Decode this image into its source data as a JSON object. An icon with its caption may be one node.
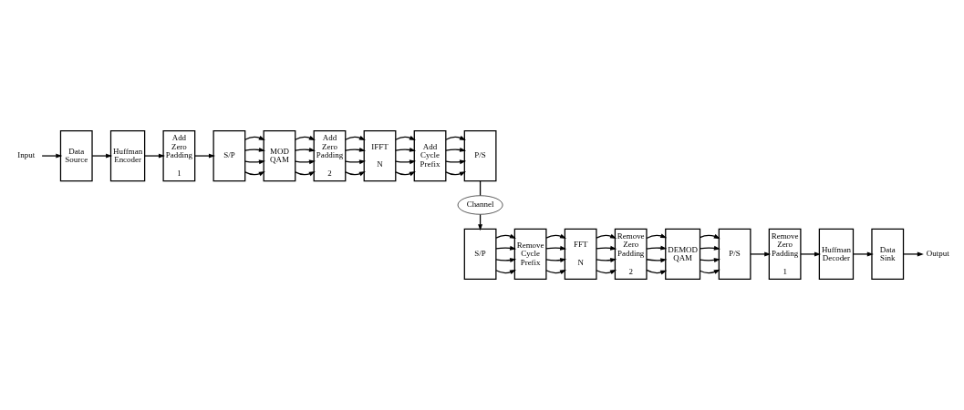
{
  "diagram": {
    "nodes": [
      {
        "text": [
          "Input"
        ]
      },
      {
        "text": [
          "Data Source"
        ]
      },
      {
        "text": [
          "Huffman Encoder"
        ]
      },
      {
        "text": [
          "Add Zero Padding",
          "1"
        ]
      },
      {
        "text": [
          "S/P"
        ]
      },
      {
        "text": [
          "MOD QAM"
        ]
      },
      {
        "text": [
          "Add Zero Padding",
          "2"
        ]
      },
      {
        "text": [
          "IFFT",
          "N"
        ]
      },
      {
        "text": [
          "Add Cycle Prefix"
        ]
      },
      {
        "text": [
          "P/S"
        ]
      },
      {
        "text": [
          "Channel"
        ]
      },
      {
        "text": [
          "S/P"
        ]
      },
      {
        "text": [
          "Remove Cycle Prefix"
        ]
      },
      {
        "text": [
          "FFT",
          "N"
        ]
      },
      {
        "text": [
          "Remove Zero Padding",
          "2"
        ]
      },
      {
        "text": [
          "DEMOD QAM"
        ]
      },
      {
        "text": [
          "P/S"
        ]
      },
      {
        "text": [
          "Remove Zero Padding",
          "1"
        ]
      },
      {
        "text": [
          "Huffman Decoder"
        ]
      },
      {
        "text": [
          "Data Sink"
        ]
      },
      {
        "text": [
          "Output"
        ]
      }
    ],
    "edges": [
      {
        "from": 0,
        "to": 1,
        "arrow": "to"
      },
      {
        "from": 1,
        "to": 2,
        "arrow": "to"
      },
      {
        "from": 2,
        "to": 3,
        "arrow": "to"
      },
      {
        "from": 3,
        "to": 4,
        "arrow": "to"
      },
      {
        "from": 4,
        "to": 5,
        "arrow": "to"
      },
      {
        "from": 4,
        "to": 5,
        "arrow": "to"
      },
      {
        "from": 4,
        "to": 5,
        "arrow": "to"
      },
      {
        "from": 4,
        "to": 5,
        "arrow": "to"
      },
      {
        "from": 5,
        "to": 6,
        "arrow": "to"
      },
      {
        "from": 5,
        "to": 6,
        "arrow": "to"
      },
      {
        "from": 5,
        "to": 6,
        "arrow": "to"
      },
      {
        "from": 5,
        "to": 6,
        "arrow": "to"
      },
      {
        "from": 6,
        "to": 7,
        "arrow": "to"
      },
      {
        "from": 6,
        "to": 7,
        "arrow": "to"
      },
      {
        "from": 6,
        "to": 7,
        "arrow": "to"
      },
      {
        "from": 6,
        "to": 7,
        "arrow": "to"
      },
      {
        "from": 7,
        "to": 8,
        "arrow": "to"
      },
      {
        "from": 7,
        "to": 8,
        "arrow": "to"
      },
      {
        "from": 7,
        "to": 8,
        "arrow": "to"
      },
      {
        "from": 7,
        "to": 8,
        "arrow": "to"
      },
      {
        "from": 8,
        "to": 9,
        "arrow": "to"
      },
      {
        "from": 8,
        "to": 9,
        "arrow": "to"
      },
      {
        "from": 8,
        "to": 9,
        "arrow": "to"
      },
      {
        "from": 8,
        "to": 9,
        "arrow": "to"
      },
      {
        "from": 9,
        "to": 10,
        "arrow": "none"
      },
      {
        "from": 10,
        "to": 11,
        "arrow": "to"
      },
      {
        "from": 11,
        "to": 12,
        "arrow": "to"
      },
      {
        "from": 11,
        "to": 12,
        "arrow": "to"
      },
      {
        "from": 11,
        "to": 12,
        "arrow": "to"
      },
      {
        "from": 11,
        "to": 12,
        "arrow": "to"
      },
      {
        "from": 12,
        "to": 13,
        "arrow": "to"
      },
      {
        "from": 12,
        "to": 13,
        "arrow": "to"
      },
      {
        "from": 12,
        "to": 13,
        "arrow": "to"
      },
      {
        "from": 12,
        "to": 13,
        "arrow": "to"
      },
      {
        "from": 13,
        "to": 14,
        "arrow": "to"
      },
      {
        "from": 13,
        "to": 14,
        "arrow": "to"
      },
      {
        "from": 13,
        "to": 14,
        "arrow": "to"
      },
      {
        "from": 13,
        "to": 14,
        "arrow": "to"
      },
      {
        "from": 14,
        "to": 15,
        "arrow": "to"
      },
      {
        "from": 14,
        "to": 15,
        "arrow": "to"
      },
      {
        "from": 14,
        "to": 15,
        "arrow": "to"
      },
      {
        "from": 14,
        "to": 15,
        "arrow": "to"
      },
      {
        "from": 15,
        "to": 16,
        "arrow": "to"
      },
      {
        "from": 15,
        "to": 16,
        "arrow": "to"
      },
      {
        "from": 15,
        "to": 16,
        "arrow": "to"
      },
      {
        "from": 15,
        "to": 16,
        "arrow": "to"
      },
      {
        "from": 16,
        "to": 17,
        "arrow": "to"
      },
      {
        "from": 17,
        "to": 18,
        "arrow": "to"
      },
      {
        "from": 18,
        "to": 19,
        "arrow": "to"
      },
      {
        "from": 19,
        "to": 20,
        "arrow": "to"
      }
    ]
  }
}
